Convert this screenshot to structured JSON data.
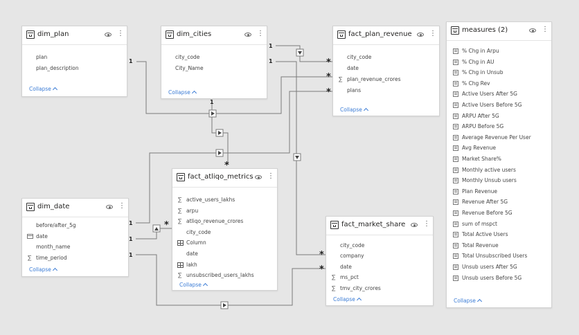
{
  "tables": {
    "dim_plan": {
      "title": "dim_plan",
      "fields": [
        {
          "label": "plan",
          "icon": "none"
        },
        {
          "label": "plan_description",
          "icon": "none"
        }
      ],
      "collapse": "Collapse"
    },
    "dim_cities": {
      "title": "dim_cities",
      "fields": [
        {
          "label": "city_code",
          "icon": "none"
        },
        {
          "label": "City_Name",
          "icon": "none"
        }
      ],
      "collapse": "Collapse"
    },
    "fact_plan_revenue": {
      "title": "fact_plan_revenue",
      "fields": [
        {
          "label": "city_code",
          "icon": "none"
        },
        {
          "label": "date",
          "icon": "none"
        },
        {
          "label": "plan_revenue_crores",
          "icon": "sigma"
        },
        {
          "label": "plans",
          "icon": "none"
        }
      ],
      "collapse": "Collapse"
    },
    "measures": {
      "title": "measures (2)",
      "fields": [
        {
          "label": "% Chg in Arpu",
          "icon": "calc"
        },
        {
          "label": "% Chg in AU",
          "icon": "calc"
        },
        {
          "label": "% Chg in Unsub",
          "icon": "calc"
        },
        {
          "label": "% Chg Rev",
          "icon": "calc"
        },
        {
          "label": "Active Users After 5G",
          "icon": "calc"
        },
        {
          "label": "Active Users Before 5G",
          "icon": "calc"
        },
        {
          "label": "ARPU After 5G",
          "icon": "calc"
        },
        {
          "label": "ARPU Before 5G",
          "icon": "calc"
        },
        {
          "label": "Average Revenue Per User",
          "icon": "calc"
        },
        {
          "label": "Avg Revenue",
          "icon": "calc"
        },
        {
          "label": "Market Share%",
          "icon": "calc"
        },
        {
          "label": "Monthly active users",
          "icon": "calc"
        },
        {
          "label": "Monthly Unsub users",
          "icon": "calc"
        },
        {
          "label": "Plan Revenue",
          "icon": "calc"
        },
        {
          "label": "Revenue After 5G",
          "icon": "calc"
        },
        {
          "label": "Revenue Before 5G",
          "icon": "calc"
        },
        {
          "label": "sum of mspct",
          "icon": "calc"
        },
        {
          "label": "Total Active Users",
          "icon": "calc"
        },
        {
          "label": "Total Revenue",
          "icon": "calc"
        },
        {
          "label": "Total Unsubscribed Users",
          "icon": "calc"
        },
        {
          "label": "Unsub users After 5G",
          "icon": "calc"
        },
        {
          "label": "Unsub users Before 5G",
          "icon": "calc"
        }
      ],
      "collapse": "Collapse"
    },
    "fact_atliqo_metrics": {
      "title": "fact_atliqo_metrics",
      "fields": [
        {
          "label": "active_users_lakhs",
          "icon": "sigma"
        },
        {
          "label": "arpu",
          "icon": "sigma"
        },
        {
          "label": "atliqo_revenue_crores",
          "icon": "sigma"
        },
        {
          "label": "city_code",
          "icon": "none"
        },
        {
          "label": "Column",
          "icon": "grid"
        },
        {
          "label": "date",
          "icon": "none"
        },
        {
          "label": "lakh",
          "icon": "grid"
        },
        {
          "label": "unsubscribed_users_lakhs",
          "icon": "sigma"
        }
      ],
      "collapse": "Collapse"
    },
    "dim_date": {
      "title": "dim_date",
      "fields": [
        {
          "label": "before/after_5g",
          "icon": "none"
        },
        {
          "label": "date",
          "icon": "calendar"
        },
        {
          "label": "month_name",
          "icon": "none"
        },
        {
          "label": "time_period",
          "icon": "sigma"
        }
      ],
      "collapse": "Collapse"
    },
    "fact_market_share": {
      "title": "fact_market_share",
      "fields": [
        {
          "label": "city_code",
          "icon": "none"
        },
        {
          "label": "company",
          "icon": "none"
        },
        {
          "label": "date",
          "icon": "none"
        },
        {
          "label": "ms_pct",
          "icon": "sigma"
        },
        {
          "label": "tmv_city_crores",
          "icon": "sigma"
        }
      ],
      "collapse": "Collapse"
    }
  },
  "relationship_labels": {
    "one": "1",
    "many": "*"
  }
}
